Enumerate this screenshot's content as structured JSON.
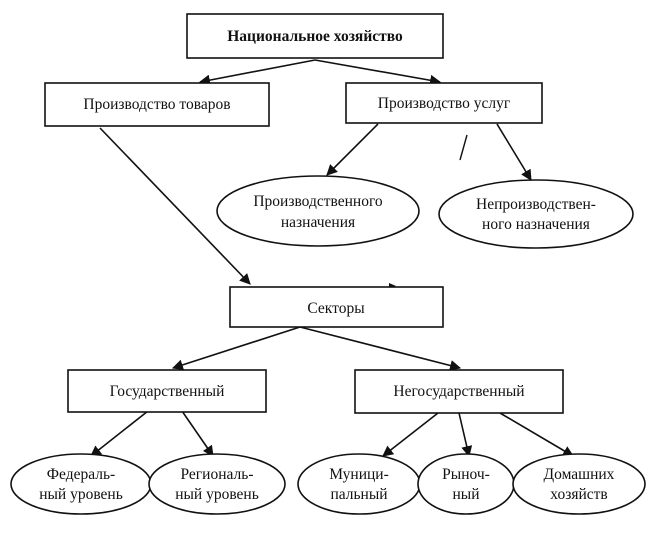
{
  "diagram": {
    "nodes": {
      "national_economy": {
        "lines": [
          "Национальное хозяйство"
        ]
      },
      "goods_production": {
        "lines": [
          "Производство товаров"
        ]
      },
      "services_production": {
        "lines": [
          "Производство услуг"
        ]
      },
      "productive_purpose": {
        "lines": [
          "Производственного",
          "назначения"
        ]
      },
      "nonproductive_purpose": {
        "lines": [
          "Непроизводствен-",
          "ного назначения"
        ]
      },
      "sectors": {
        "lines": [
          "Секторы"
        ]
      },
      "state": {
        "lines": [
          "Государственный"
        ]
      },
      "non_state": {
        "lines": [
          "Негосударственный"
        ]
      },
      "federal_level": {
        "lines": [
          "Федераль-",
          "ный уровень"
        ]
      },
      "regional_level": {
        "lines": [
          "Региональ-",
          "ный уровень"
        ]
      },
      "municipal": {
        "lines": [
          "Муници-",
          "пальный"
        ]
      },
      "market": {
        "lines": [
          "Рыноч-",
          "ный"
        ]
      },
      "households": {
        "lines": [
          "Домашних",
          "хозяйств"
        ]
      }
    }
  },
  "colors": {
    "line": "#111111",
    "background": "#ffffff"
  }
}
